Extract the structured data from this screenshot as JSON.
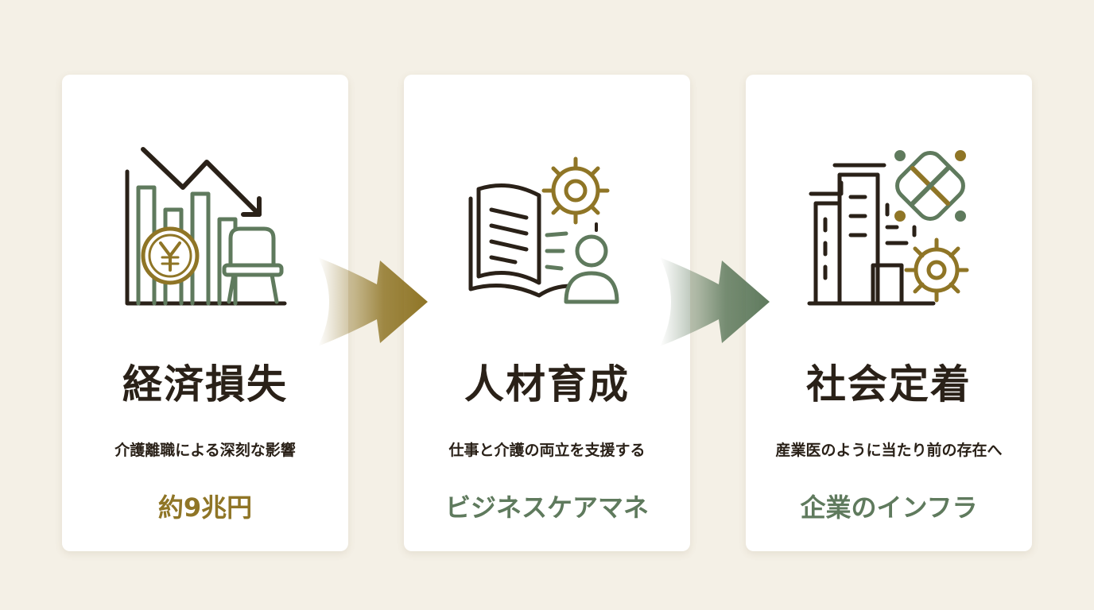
{
  "colors": {
    "background": "#f4f0e6",
    "dark": "#2a2118",
    "gold": "#8f7526",
    "green": "#5f7a5d"
  },
  "cards": [
    {
      "icon": "downtrend-yen-chair-icon",
      "title": "経済損失",
      "description": "介護離職による深刻な影響",
      "highlight": "約9兆円",
      "highlight_color": "#8f7526"
    },
    {
      "icon": "book-gear-person-icon",
      "title": "人材育成",
      "description": "仕事と介護の両立を支援する",
      "highlight": "ビジネスケアマネ",
      "highlight_color": "#5f7a5d"
    },
    {
      "icon": "building-gear-network-icon",
      "title": "社会定着",
      "description": "産業医のように当たり前の存在へ",
      "highlight": "企業のインフラ",
      "highlight_color": "#5f7a5d"
    }
  ],
  "arrows": [
    {
      "icon": "arrow-right-icon",
      "color": "#8f7526"
    },
    {
      "icon": "arrow-right-icon",
      "color": "#5f7a5d"
    }
  ]
}
